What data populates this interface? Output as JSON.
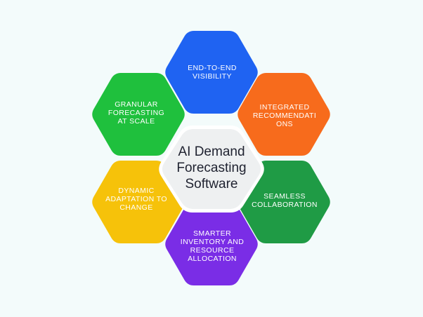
{
  "center": {
    "title": "AI Demand\nForecasting\nSoftware"
  },
  "segments": [
    {
      "id": "top",
      "label": "END-TO-END\nVISIBILITY",
      "color": "#1f63f2"
    },
    {
      "id": "upper-right",
      "label": "INTEGRATED\nRECOMMENDATI\nONS",
      "color": "#f76b1c"
    },
    {
      "id": "lower-right",
      "label": "SEAMLESS\nCOLLABORATION",
      "color": "#1f9b45"
    },
    {
      "id": "bottom",
      "label": "SMARTER\nINVENTORY AND\nRESOURCE\nALLOCATION",
      "color": "#7a2de6"
    },
    {
      "id": "lower-left",
      "label": "DYNAMIC\nADAPTATION TO\nCHANGE",
      "color": "#f6c20a"
    },
    {
      "id": "upper-left",
      "label": "GRANULAR\nFORECASTING\nAT SCALE",
      "color": "#1fc03d"
    }
  ],
  "hub_color": "#eef0f1"
}
